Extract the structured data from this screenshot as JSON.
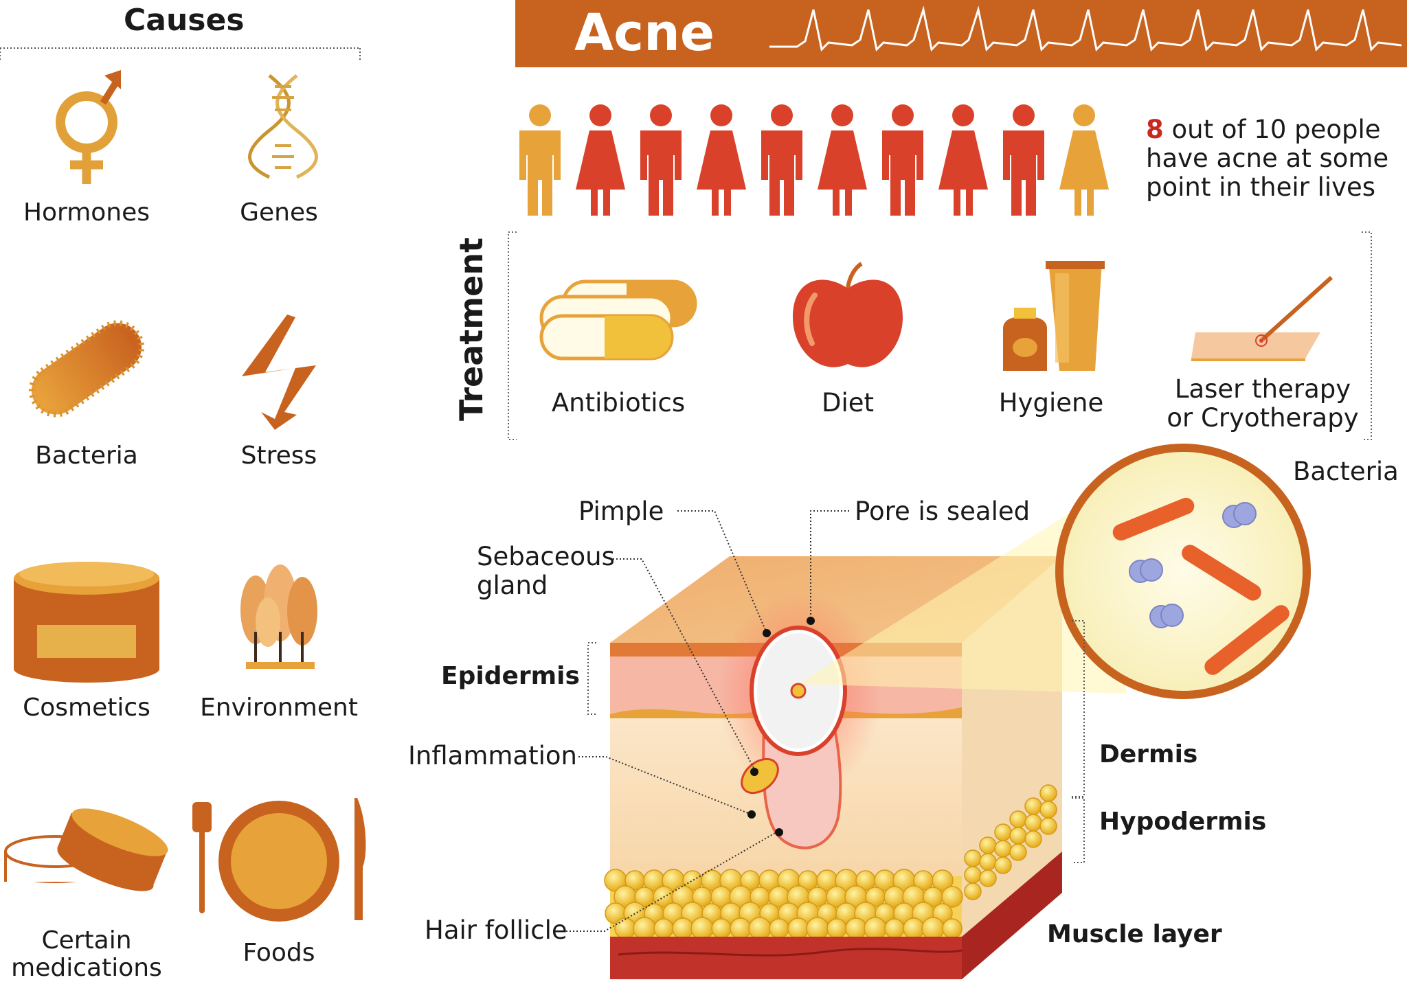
{
  "causes": {
    "title": "Causes",
    "items": [
      {
        "label": "Hormones",
        "icon": "gender-symbol-icon"
      },
      {
        "label": "Genes",
        "icon": "dna-icon"
      },
      {
        "label": "Bacteria",
        "icon": "bacterium-icon"
      },
      {
        "label": "Stress",
        "icon": "lightning-icon"
      },
      {
        "label": "Cosmetics",
        "icon": "cream-jar-icon"
      },
      {
        "label": "Environment",
        "icon": "trees-icon"
      },
      {
        "label": "Certain medications",
        "label_line1": "Certain",
        "label_line2": "medications",
        "icon": "pill-box-icon"
      },
      {
        "label": "Foods",
        "icon": "plate-cutlery-icon"
      }
    ]
  },
  "header": {
    "title": "Acne"
  },
  "stat": {
    "highlight": "8",
    "text_line1": "out of 10 people",
    "text_line2": "have acne at some",
    "text_line3": "point in their lives",
    "people_total": 10,
    "people_affected": 8
  },
  "treatment": {
    "title": "Treatment",
    "items": [
      {
        "label": "Antibiotics",
        "icon": "capsules-icon"
      },
      {
        "label": "Diet",
        "icon": "apple-icon"
      },
      {
        "label": "Hygiene",
        "icon": "hygiene-bottles-icon"
      },
      {
        "label": "Laser therapy or Cryotherapy",
        "label_line1": "Laser therapy",
        "label_line2": "or Cryotherapy",
        "icon": "laser-icon"
      }
    ]
  },
  "anatomy": {
    "callouts": {
      "pimple": "Pimple",
      "pore": "Pore is sealed",
      "sebaceous_line1": "Sebaceous",
      "sebaceous_line2": "gland",
      "inflammation": "Inflammation",
      "hair_follicle": "Hair follicle",
      "bacteria": "Bacteria"
    },
    "layers": {
      "epidermis": "Epidermis",
      "dermis": "Dermis",
      "hypodermis": "Hypodermis",
      "muscle": "Muscle layer"
    }
  },
  "colors": {
    "brand_orange": "#c8621f",
    "gold": "#e8a23a",
    "red": "#d9412a",
    "highlight_red": "#c8281e"
  }
}
